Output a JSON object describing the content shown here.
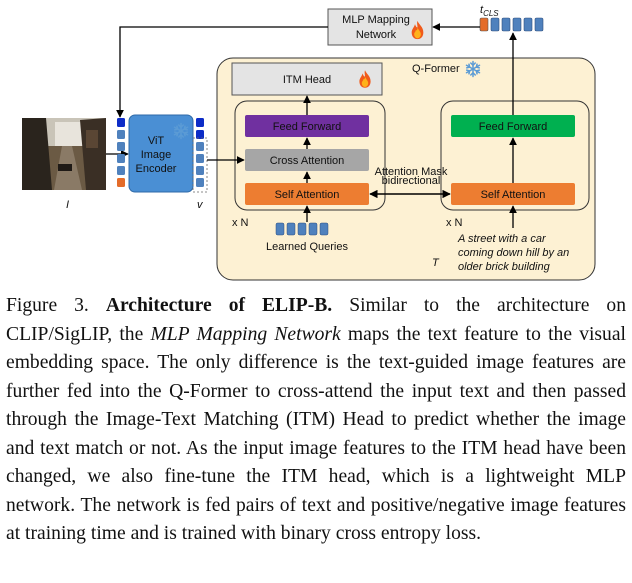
{
  "diagram": {
    "mlp_label_line1": "MLP Mapping",
    "mlp_label_line2": "Network",
    "t_cls_base": "t",
    "t_cls_sub": "CLS",
    "qformer_label": "Q-Former",
    "itm_head_label": "ITM Head",
    "feed_forward_left": "Feed Forward",
    "cross_attention": "Cross Attention",
    "self_attention_left": "Self Attention",
    "feed_forward_right": "Feed Forward",
    "self_attention_right": "Self Attention",
    "vit_line1": "ViT",
    "vit_line2": "Image",
    "vit_line3": "Encoder",
    "image_symbol": "I",
    "v_symbol": "v",
    "t_symbol": "T",
    "xn_left": "x N",
    "xn_right": "x N",
    "learned_queries": "Learned Queries",
    "attn_mask_line1": "Attention Mask",
    "attn_mask_line2": "bidirectional",
    "text_line1": "A street with a car",
    "text_line2": "coming down hill by an",
    "text_line3": "older brick building",
    "colors": {
      "qformer_bg": "#fdf1d3",
      "purple": "#7030a0",
      "grey": "#a6a6a6",
      "orange": "#ed7d31",
      "green": "#00b050",
      "vit_blue": "#4a8fd4",
      "token_blue": "#4f81bd",
      "token_dark_blue": "#0d2cc7",
      "token_orange": "#e46c2a"
    },
    "icons": [
      "fire-icon",
      "snowflake-icon"
    ]
  },
  "caption": {
    "label": "Figure 3.",
    "title": "Architecture of ELIP-B.",
    "text1": " Similar to the architecture on CLIP/SigLIP, the ",
    "emph": "MLP Mapping Network",
    "text2": " maps the text feature to the visual embedding space. The only difference is the text-guided image features are further fed into the Q-Former to cross-attend the input text and then passed through the Image-Text Matching (ITM) Head to predict whether the image and text match or not. As the input image features to the ITM head have been changed, we also fine-tune the ITM head, which is a lightweight MLP network. The network is fed pairs of text and positive/negative image features at training time and is trained with binary cross entropy loss."
  }
}
